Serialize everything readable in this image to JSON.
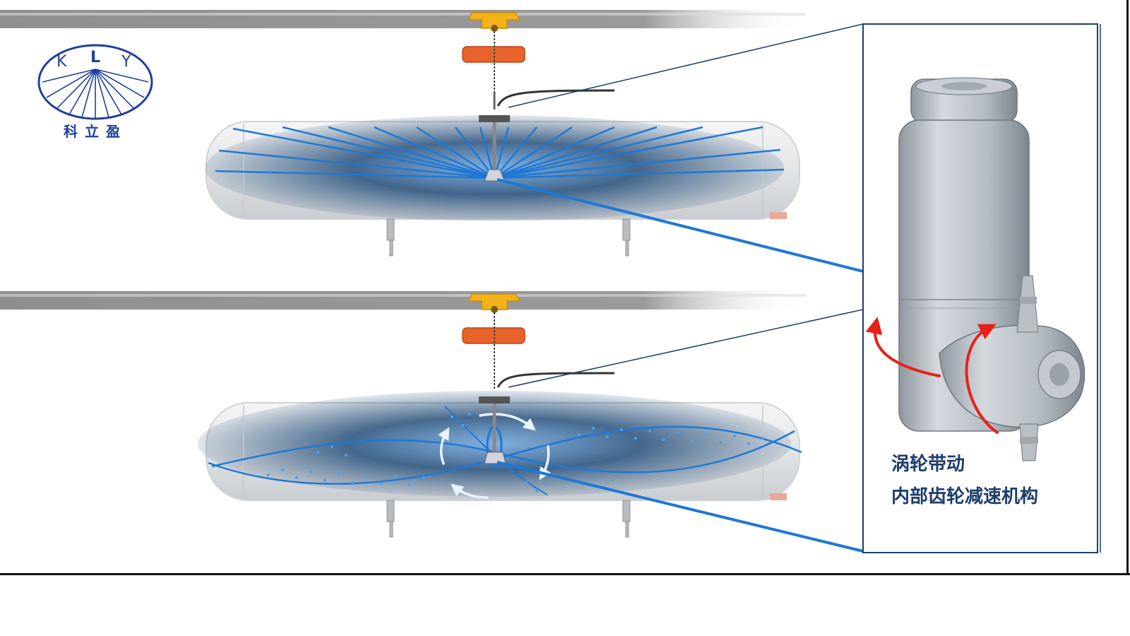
{
  "logo": {
    "letters": [
      "K",
      "L",
      "Y"
    ],
    "name_cn": "科立盈",
    "color": "#1f3f9c"
  },
  "callout": {
    "line1": "涡轮带动",
    "line2": "内部齿轮减速机构"
  },
  "colors": {
    "spray": "#1e78d6",
    "tank_shadow": "#0f3d6e",
    "hoist": "#f2b21c",
    "motor": "#e8632a",
    "arrow": "#e8201a",
    "device": "#b6bec6",
    "frame": "#1e3d6e"
  },
  "icons": {
    "hoist": "trolley-hoist-icon",
    "motor": "orange-motor-icon",
    "nozzle": "rotary-jet-head-icon"
  }
}
